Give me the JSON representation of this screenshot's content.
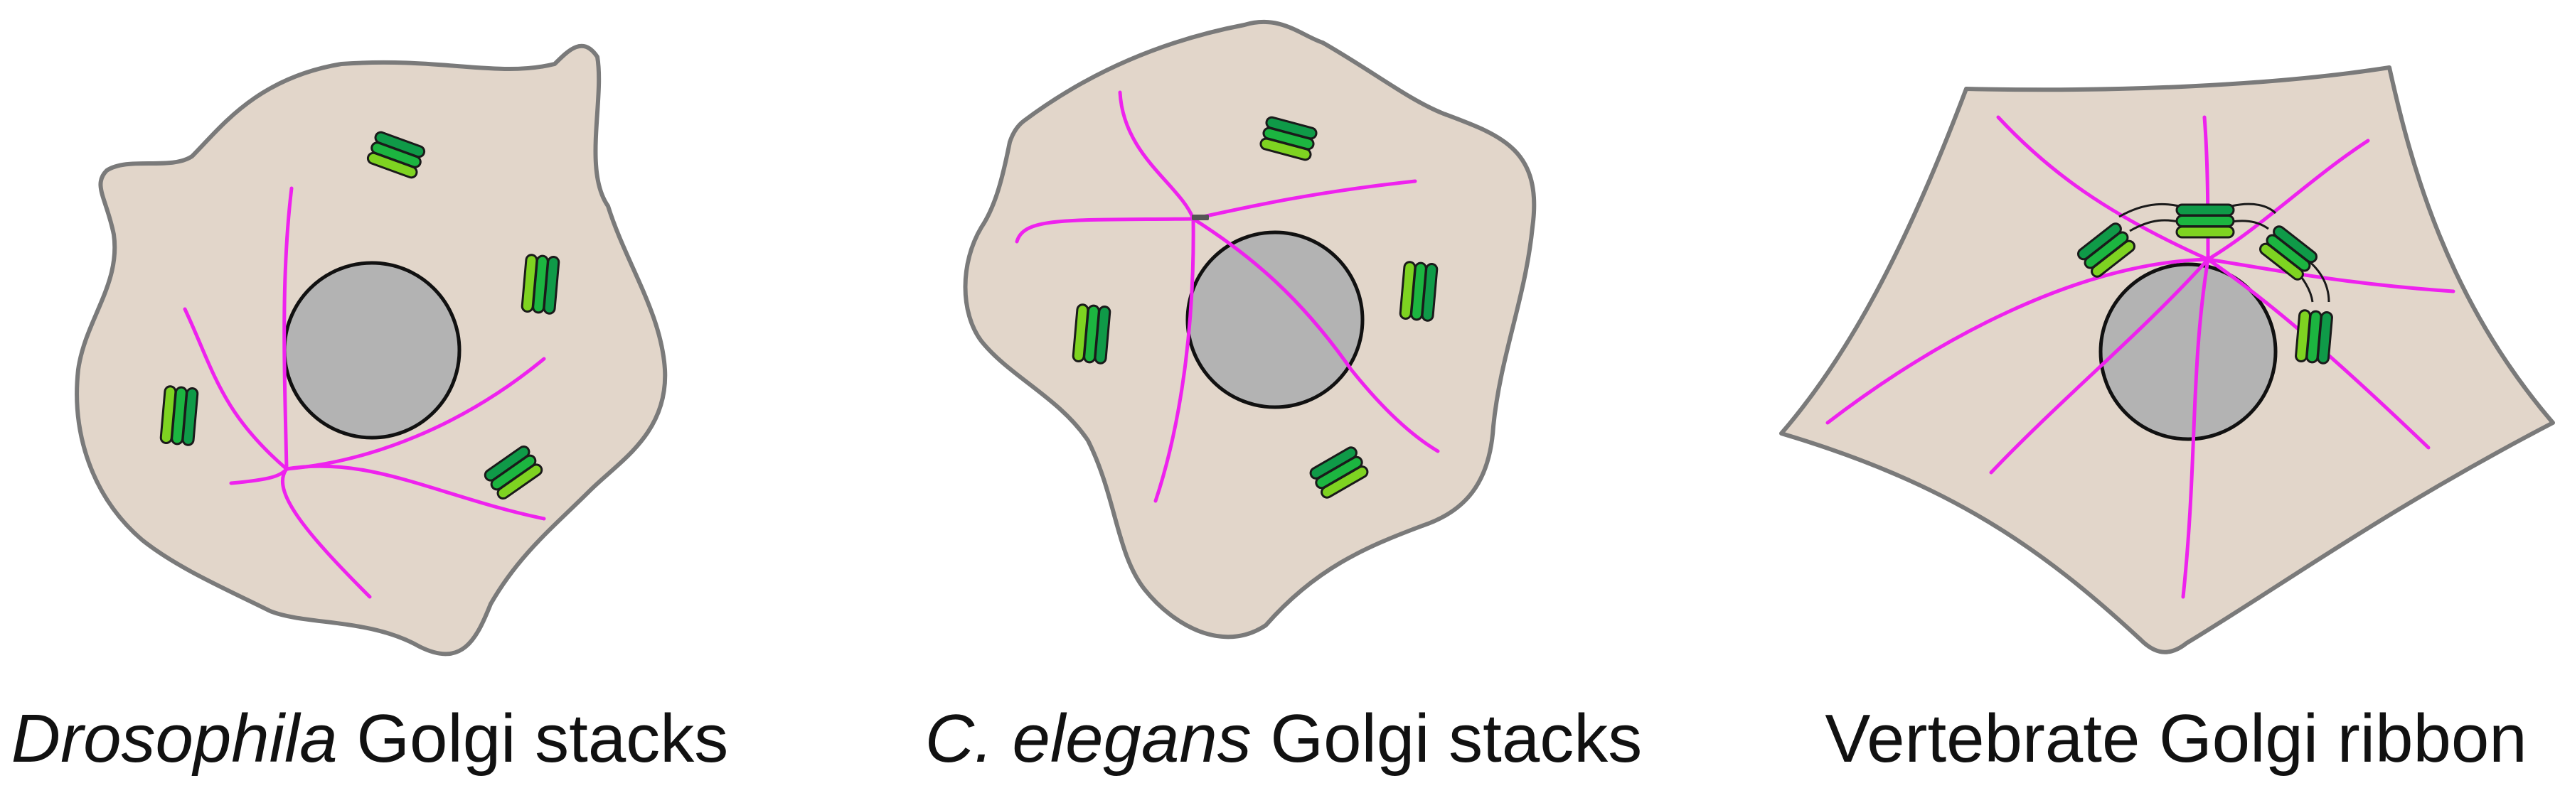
{
  "panels": [
    {
      "species_label": "Drosophila",
      "caption_rest": " Golgi stacks"
    },
    {
      "species_label": "C. elegans",
      "caption_rest": " Golgi stacks"
    },
    {
      "species_label": "",
      "caption_rest": "Vertebrate Golgi ribbon"
    }
  ],
  "colors": {
    "cell_fill": "#e2d6ca",
    "cell_outline": "#7a7a7a",
    "nucleus_fill": "#b3b3b3",
    "microtubule": "#ee22ee",
    "cisterna_dark": "#0f9a48",
    "cisterna_mid": "#1cb540",
    "cisterna_light": "#7ed321"
  }
}
